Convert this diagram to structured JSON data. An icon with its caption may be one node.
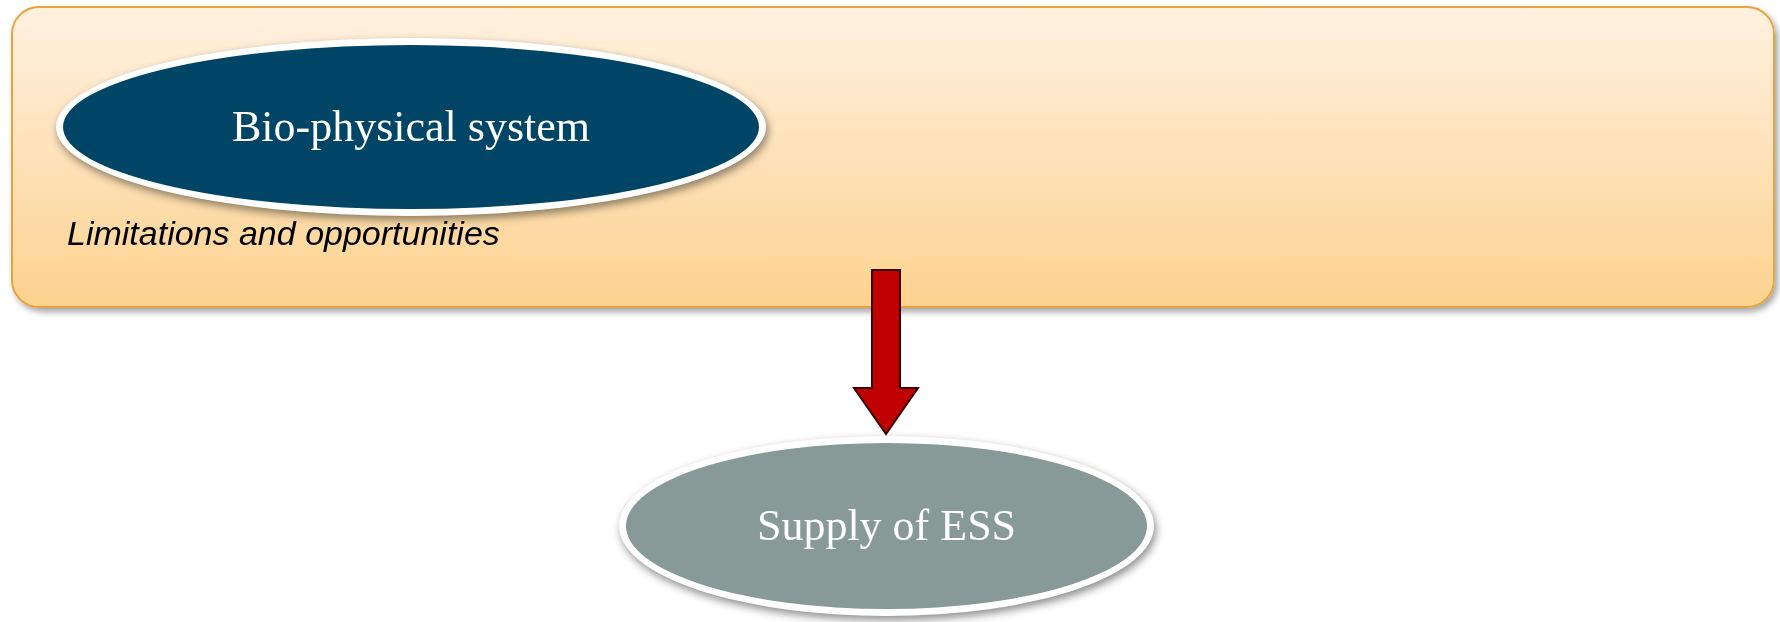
{
  "diagram": {
    "nodes": [
      {
        "text": [
          "Limitations and opportunities"
        ]
      },
      {
        "text": [
          "Bio-physical system"
        ],
        "in": 0
      },
      {
        "text": [
          "Supply of ESS"
        ]
      }
    ],
    "edges": [
      {
        "from": 0,
        "to": 2,
        "arrow": "to",
        "style": "thick",
        "color": "#c00000"
      }
    ]
  }
}
